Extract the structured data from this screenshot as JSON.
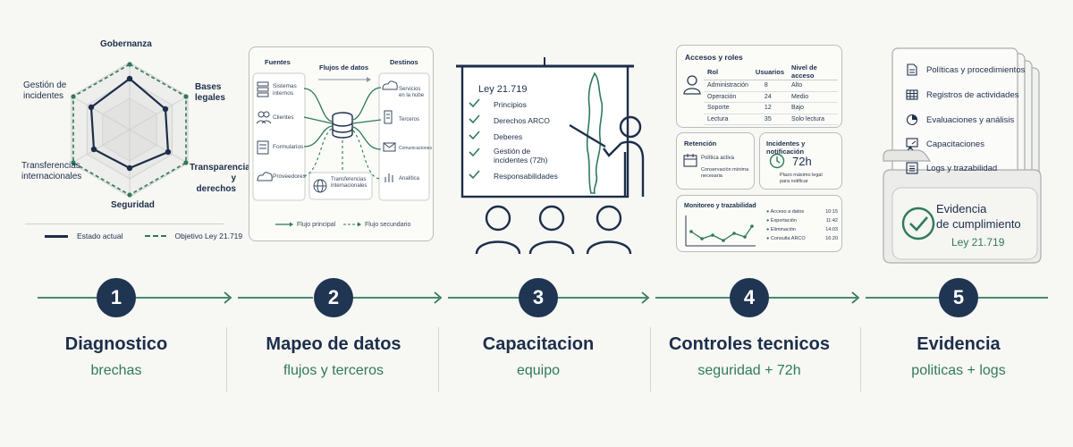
{
  "radar": {
    "labels": {
      "top": "Gobernanza",
      "right_top": [
        "Bases",
        "legales"
      ],
      "right_bottom": [
        "Transparencia",
        "y derechos"
      ],
      "bottom": "Seguridad",
      "left_bottom": [
        "Transferencias",
        "internacionales"
      ],
      "left_top": [
        "Gestión de",
        "incidentes"
      ]
    },
    "legend": {
      "current": "Estado actual",
      "target": "Objetivo Ley 21.719"
    }
  },
  "dataflow": {
    "col_sources": "Fuentes",
    "col_flows": "Flujos de datos",
    "col_dest": "Destinos",
    "sources": [
      {
        "label": [
          "Sistemas",
          "internos"
        ],
        "icon": "server-icon"
      },
      {
        "label": [
          "Clientes"
        ],
        "icon": "users-icon"
      },
      {
        "label": [
          "Formularios"
        ],
        "icon": "form-icon"
      },
      {
        "label": [
          "Proveedores"
        ],
        "icon": "cloud-icon"
      }
    ],
    "center": {
      "label": [
        "Transferencias",
        "internacionales"
      ],
      "icon": "globe-icon"
    },
    "destinations": [
      {
        "label": [
          "Servicios",
          "en la nube"
        ],
        "icon": "cloud-icon"
      },
      {
        "label": [
          "Terceros"
        ],
        "icon": "building-icon"
      },
      {
        "label": [
          "Comunicaciones"
        ],
        "icon": "mail-icon"
      },
      {
        "label": [
          "Analítica"
        ],
        "icon": "bar-chart-icon"
      }
    ],
    "legend": {
      "primary": "Flujo principal",
      "secondary": "Flujo secundario"
    }
  },
  "training": {
    "title": "Ley 21.719",
    "items": [
      "Principios",
      "Derechos ARCO",
      "Deberes",
      "Gestión de\nincidentes (72h)",
      "Responsabilidades"
    ]
  },
  "access": {
    "title": "Accesos y roles",
    "headers": [
      "Rol",
      "Usuarios",
      "Nivel de acceso"
    ],
    "rows": [
      [
        "Administración",
        "8",
        "Alto"
      ],
      [
        "Operación",
        "24",
        "Medio"
      ],
      [
        "Soporte",
        "12",
        "Bajo"
      ],
      [
        "Lectura",
        "35",
        "Solo lectura"
      ]
    ]
  },
  "retention": {
    "title": "Retención",
    "policy": "Política activa",
    "note": [
      "Conservación mínima",
      "necesaria"
    ]
  },
  "incidents": {
    "title": "Incidentes y notificación",
    "value": "72h",
    "note": [
      "Plazo máximo legal",
      "para notificar"
    ]
  },
  "monitoring": {
    "title": "Monitoreo y trazabilidad",
    "events": [
      {
        "label": "Acceso a datos",
        "time": "10:15"
      },
      {
        "label": "Exportación",
        "time": "11:42"
      },
      {
        "label": "Eliminación",
        "time": "14:03"
      },
      {
        "label": "Consulta ARCO",
        "time": "16:20"
      }
    ]
  },
  "evidence": {
    "items": [
      {
        "label": "Políticas y procedimientos",
        "icon": "document-icon"
      },
      {
        "label": "Registros de actividades",
        "icon": "table-icon"
      },
      {
        "label": "Evaluaciones y análisis",
        "icon": "pie-chart-icon"
      },
      {
        "label": "Capacitaciones",
        "icon": "presentation-icon"
      },
      {
        "label": "Logs y trazabilidad",
        "icon": "list-icon"
      }
    ],
    "badge_title": [
      "Evidencia",
      "de cumplimiento"
    ],
    "badge_sub": "Ley 21.719"
  },
  "steps": [
    {
      "num": "1",
      "title": "Diagnostico",
      "sub": "brechas"
    },
    {
      "num": "2",
      "title": "Mapeo de datos",
      "sub": "flujos y terceros"
    },
    {
      "num": "3",
      "title": "Capacitacion",
      "sub": "equipo"
    },
    {
      "num": "4",
      "title": "Controles tecnicos",
      "sub": "seguridad + 72h"
    },
    {
      "num": "5",
      "title": "Evidencia",
      "sub": "politicas + logs"
    }
  ],
  "colors": {
    "navy": "#1c2e4a",
    "green": "#2f7a5b",
    "bg": "#f7f7f4"
  }
}
